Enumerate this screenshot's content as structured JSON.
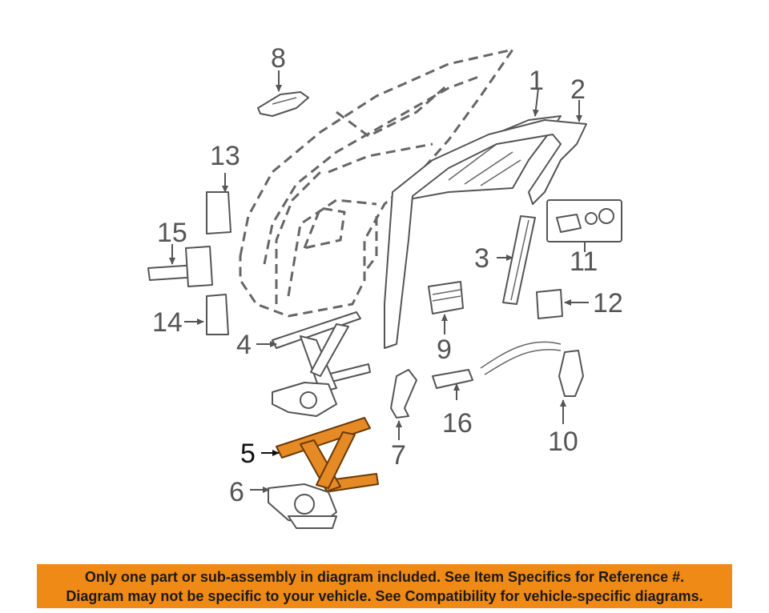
{
  "callouts": {
    "c1": "1",
    "c2": "2",
    "c3": "3",
    "c4": "4",
    "c5": "5",
    "c6": "6",
    "c7": "7",
    "c8": "8",
    "c9": "9",
    "c10": "10",
    "c11": "11",
    "c12": "12",
    "c13": "13",
    "c14": "14",
    "c15": "15",
    "c16": "16"
  },
  "highlighted_part": "5",
  "colors": {
    "highlight": "#e58a24",
    "banner": "#f08a16",
    "line": "#555555"
  },
  "banner": {
    "line1": "Only one part or sub-assembly in diagram included. See Item Specifics for Reference #.",
    "line2": "Diagram may not be specific to your vehicle. See Compatibility for vehicle-specific diagrams."
  }
}
